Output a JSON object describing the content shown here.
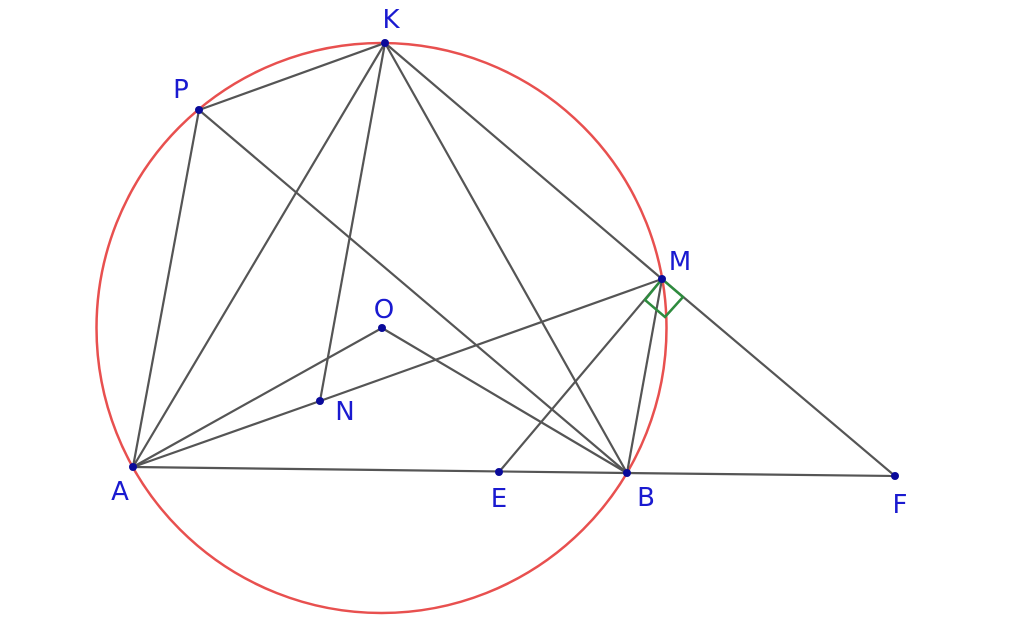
{
  "colors": {
    "circle": "#e8504f",
    "segment": "#555555",
    "point": "#0a0a9a",
    "label": "#1a1ad0",
    "right_angle_marker": "#2e8b3e"
  },
  "diagram": {
    "labels": {
      "K": "K",
      "P": "P",
      "M": "M",
      "O": "O",
      "N": "N",
      "A": "A",
      "E": "E",
      "B": "B",
      "F": "F"
    },
    "segments": [
      [
        "A",
        "B"
      ],
      [
        "B",
        "F"
      ],
      [
        "A",
        "P"
      ],
      [
        "P",
        "K"
      ],
      [
        "P",
        "B"
      ],
      [
        "A",
        "K"
      ],
      [
        "K",
        "N"
      ],
      [
        "K",
        "B"
      ],
      [
        "K",
        "M"
      ],
      [
        "M",
        "F"
      ],
      [
        "A",
        "O"
      ],
      [
        "O",
        "B"
      ],
      [
        "A",
        "N"
      ],
      [
        "N",
        "M"
      ],
      [
        "E",
        "M"
      ],
      [
        "M",
        "B"
      ]
    ],
    "right_angle_at": "M",
    "circle_through": [
      "A",
      "P",
      "K",
      "M",
      "B"
    ]
  }
}
